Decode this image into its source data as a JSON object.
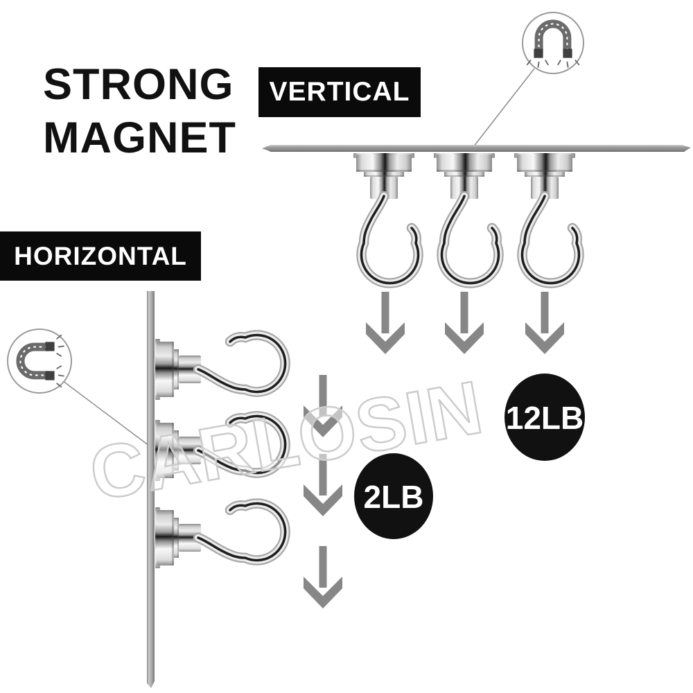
{
  "title": {
    "line1": "STRONG",
    "line2": "MAGNET"
  },
  "watermark": "CARLOSIN",
  "sections": {
    "vertical": {
      "label": "VERTICAL",
      "capacity": "12LB",
      "hook_count": 3,
      "arrow_count": 3,
      "icon": "horseshoe-magnet-icon",
      "mounting_surface": "ceiling-plate"
    },
    "horizontal": {
      "label": "HORIZONTAL",
      "capacity": "2LB",
      "hook_count": 3,
      "arrow_count": 3,
      "icon": "horseshoe-magnet-icon",
      "mounting_surface": "wall-plate"
    }
  },
  "colors": {
    "background": "#ffffff",
    "label_bg": "#0a0a0a",
    "label_text": "#ffffff",
    "badge_bg": "#111111",
    "badge_text": "#ffffff",
    "arrow": "#878787",
    "metal_plate": "#8e8e8e",
    "watermark": "#cccccc"
  }
}
